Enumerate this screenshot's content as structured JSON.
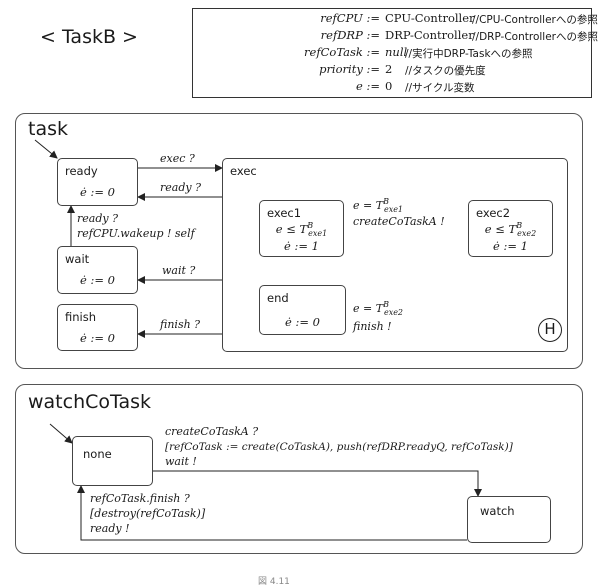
{
  "title": "< TaskB >",
  "variables": [
    {
      "name": "refCPU :=",
      "value": "CPU-Controller",
      "comment": "//CPU-Controllerへの参照"
    },
    {
      "name": "refDRP :=",
      "value": "DRP-Controller",
      "comment": "//DRP-Controllerへの参照"
    },
    {
      "name": "refCoTask :=",
      "value": "null",
      "comment": "//実行中DRP-Taskへの参照"
    },
    {
      "name": "priority :=",
      "value": "2",
      "comment": "//タスクの優先度"
    },
    {
      "name": "e :=",
      "value": "0",
      "comment": "//サイクル変数"
    }
  ],
  "task": {
    "label": "task",
    "states": {
      "ready": {
        "name": "ready",
        "action": "ė := 0"
      },
      "wait": {
        "name": "wait",
        "action": "ė := 0"
      },
      "finish": {
        "name": "finish",
        "action": "ė := 0"
      },
      "exec": {
        "name": "exec"
      },
      "exec1": {
        "name": "exec1",
        "invariant": "e ≤ T",
        "rate": "ė := 1"
      },
      "exec2": {
        "name": "exec2",
        "invariant": "e ≤ T",
        "rate": "ė := 1"
      },
      "end": {
        "name": "end",
        "action": "ė := 0"
      }
    },
    "transitions": {
      "exec_in": "exec ?",
      "ready_in": "ready ?",
      "wait_in": "wait ?",
      "finish_in": "finish ?",
      "wake_1": "ready ?",
      "wake_2": "refCPU.wakeup ! self",
      "e1_guard": "e = T",
      "e1_action": "createCoTaskA !",
      "e2_guard": "e = T",
      "e2_action": "finish !"
    },
    "sup": "B",
    "sub1": "exe1",
    "sub2": "exe2",
    "history": "H"
  },
  "watch": {
    "label": "watchCoTask",
    "states": {
      "none": {
        "name": "none"
      },
      "watch": {
        "name": "watch"
      }
    },
    "transitions": {
      "t1_line1": "createCoTaskA ?",
      "t1_line2": "[refCoTask := create(CoTaskA), push(refDRP.readyQ, refCoTask)]",
      "t1_line3": "wait !",
      "t2_line1": "refCoTask.finish ?",
      "t2_line2": "[destroy(refCoTask)]",
      "t2_line3": "ready !"
    }
  },
  "caption": "図 4.11"
}
